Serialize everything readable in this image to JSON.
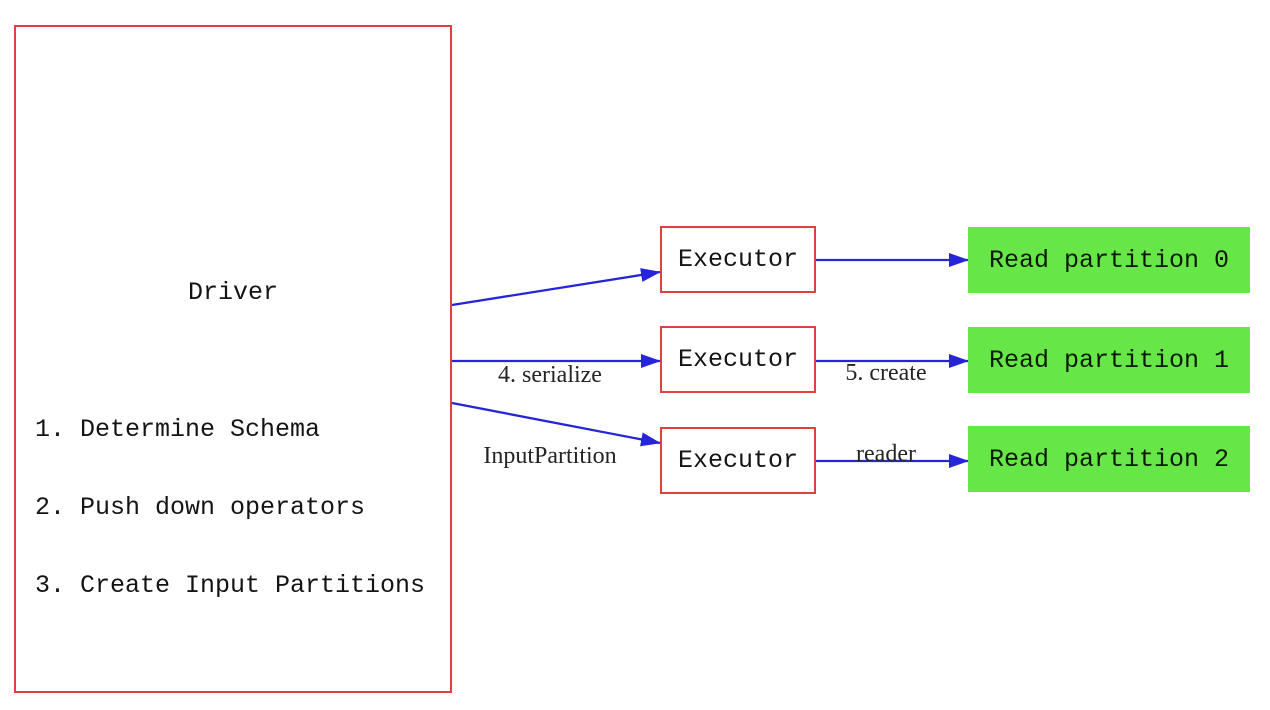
{
  "colors": {
    "background": "#ffffff",
    "box_border_red": "#e0413c",
    "arrow_blue": "#2626d8",
    "partition_green": "#67e747",
    "text_black": "#141414"
  },
  "driver": {
    "title": "Driver",
    "steps": [
      "1. Determine Schema",
      "2. Push down operators",
      "3. Create Input Partitions"
    ]
  },
  "executors": [
    {
      "label": "Executor"
    },
    {
      "label": "Executor"
    },
    {
      "label": "Executor"
    }
  ],
  "partitions": [
    {
      "label": "Read partition 0"
    },
    {
      "label": "Read partition 1"
    },
    {
      "label": "Read partition 2"
    }
  ],
  "edge_labels": {
    "serialize": [
      "4. serialize",
      "InputPartition"
    ],
    "create_reader": [
      "5. create",
      "reader"
    ]
  }
}
